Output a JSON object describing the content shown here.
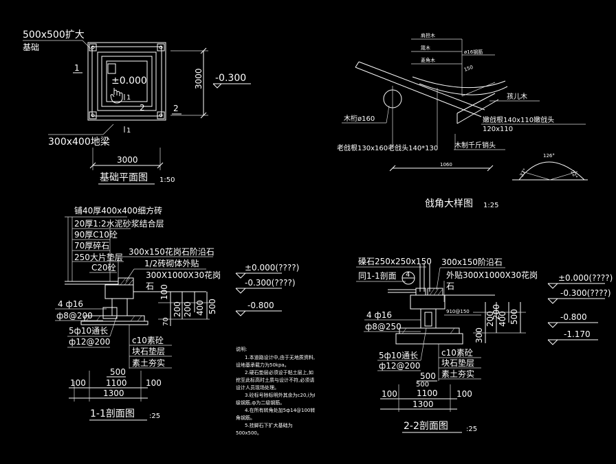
{
  "plan": {
    "label_expand_base_1": "500x500扩大",
    "label_expand_base_2": "基础",
    "mark_1_left": "1",
    "mark_2_right": "2",
    "mark_2_inner": "2",
    "mark_11_inner": "1",
    "mark_11_bottom": "1",
    "elev_zero": "±0.000",
    "elev_minus": "-0.300",
    "dim_3000_v": "3000",
    "dim_3000_h": "3000",
    "label_ground_beam": "300x400地梁",
    "title": "基础平面图",
    "scale": "1:50"
  },
  "detail": {
    "label_shoulder": "肩担木",
    "label_board": "箴木",
    "label_corner": "菱角木",
    "label_rebar": "ø16钢筋",
    "angle_150": "150",
    "label_kid": "孩儿木",
    "label_purlin": "木桁ø160",
    "label_rafter": "嫩戗根140x110嫩戗头",
    "label_rafter_2": "120x110",
    "label_old": "老戗根130x160老戗头140*130",
    "label_wood": "木制千斤销头",
    "dim_1060": "1060",
    "angle_126": "126°",
    "angle_a": "37°",
    "angle_b": "22°",
    "title": "戗角大样图",
    "scale": "1:25"
  },
  "sec1": {
    "layers": [
      "铺40厚400x400细方砖",
      "20厚1:2水泥砂浆结合层",
      "90厚C10砼",
      "70厚碎石",
      "250大片垫层",
      "C20砼"
    ],
    "label_curb": "300x150花岗石阶沿石",
    "label_brick": "1/2砖砌体外贴",
    "label_granite": "300X1000X30花岗",
    "label_granite_2": "石",
    "elev_0": "±0.000(????)",
    "elev_1": "-0.300(????)",
    "elev_2": "-0.800",
    "rebar_1": "4 ф16",
    "rebar_2": "ф8@200",
    "rebar_3": "5ф10通长",
    "rebar_4": "ф12@200",
    "dim_v": [
      "100",
      "200",
      "200",
      "400",
      "500",
      "70"
    ],
    "label_c10": "c10素砼",
    "label_block": "块石垫层",
    "label_soil": "素土夯实",
    "dim_500": "500",
    "dim_100a": "100",
    "dim_1100": "1100",
    "dim_100b": "100",
    "dim_1300": "1300",
    "title": "1-1剖面图",
    "scale": ":25"
  },
  "notes": {
    "heading": "说明:",
    "lines": [
      "1.本道路设计中,由于无地质资料,",
      "设地基承载力为50kpa。",
      "2.硬石垫层必须设于粘土层上,如",
      "挖至此标高时土质与设计不符,必须请",
      "设计人员现场处理。",
      "3.砼标号除标明外其余为c20,i为I",
      "级钢筋,ф为二级钢筋。",
      "4.在所有转角处加5ф14@100转",
      "角钢筋。",
      "5.挂脚石下扩大基础为",
      "500x500。"
    ]
  },
  "sec2": {
    "label_stone": "磉石250x250x150",
    "label_same": "同1-1剖面",
    "circle_num": "4",
    "label_curb": "300x150阶沿石",
    "label_outer": "外贴300X1000X30花岗",
    "label_outer_2": "石",
    "label_910": "910@150",
    "elev_0": "±0.000(????)",
    "elev_1": "-0.300(????)",
    "elev_2": "-0.800",
    "elev_3": "-1.170",
    "rebar_1": "4 ф16",
    "rebar_2": "ф8@250",
    "rebar_3": "5ф10通长",
    "rebar_4": "ф12@200",
    "dim_v": [
      "300",
      "200",
      "400",
      "500",
      "200"
    ],
    "label_c10": "c10素砼",
    "label_block": "块石垫层",
    "label_soil": "素土夯实",
    "dim_500": "500",
    "dim_100a": "100",
    "dim_1100": "1100",
    "dim_100b": "100",
    "dim_1300": "1300",
    "title": "2-2剖面图",
    "scale": ":25"
  }
}
